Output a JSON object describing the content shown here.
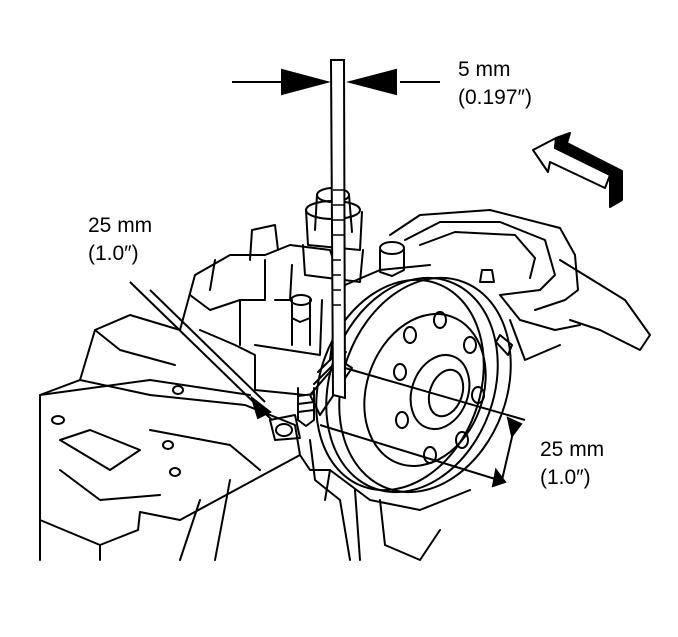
{
  "callouts": {
    "gap": {
      "metric": "5 mm",
      "imperial": "(0.197″)"
    },
    "left": {
      "metric": "25 mm",
      "imperial": "(1.0″)"
    },
    "right": {
      "metric": "25 mm",
      "imperial": "(1.0″)"
    }
  },
  "icons": [
    "view-direction-arrow-icon",
    "dimension-arrow-icon"
  ],
  "colors": {
    "ink": "#000000",
    "paper": "#ffffff"
  }
}
